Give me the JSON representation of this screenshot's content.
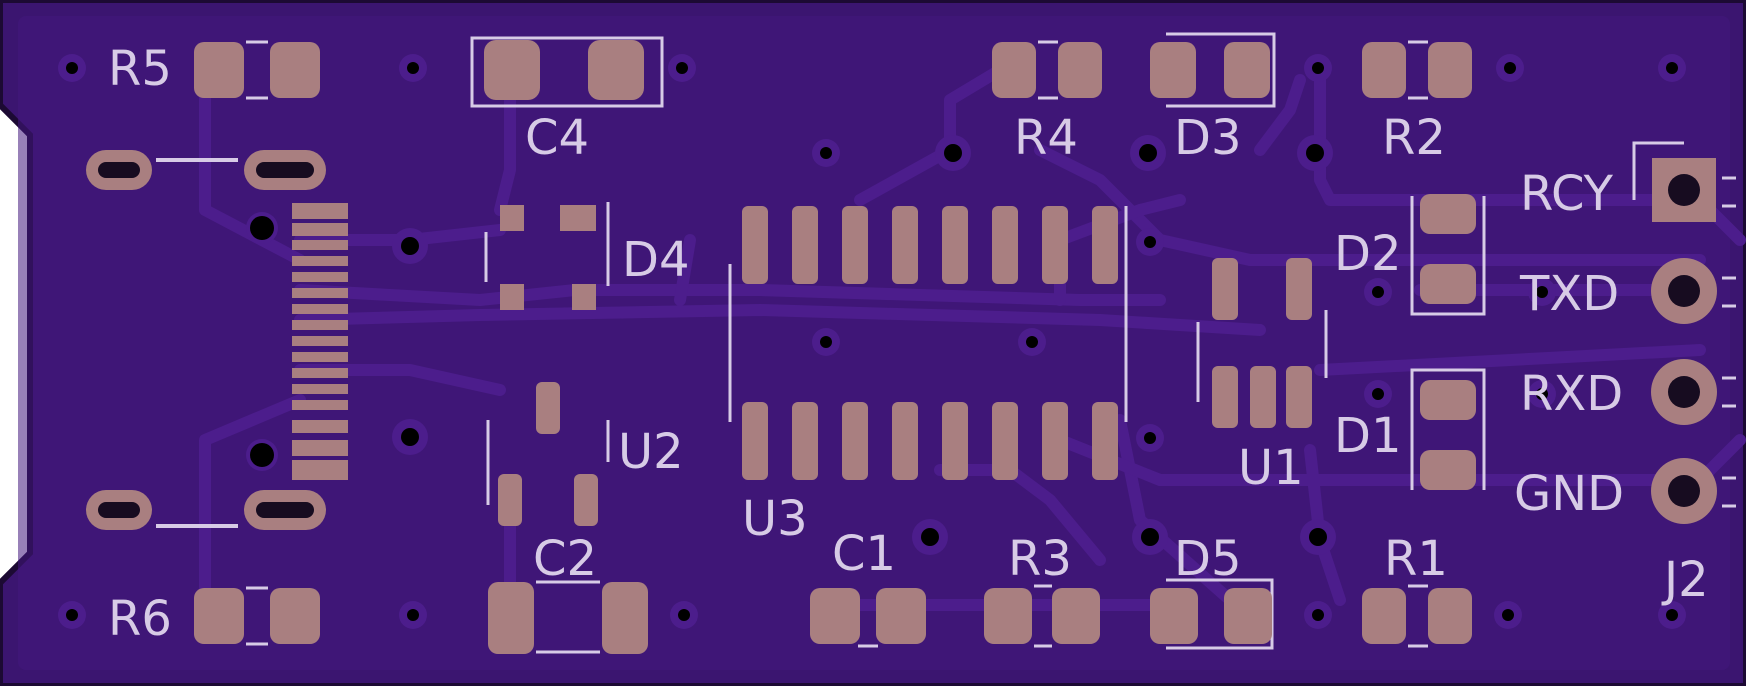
{
  "board": {
    "colors": {
      "substrate": "#3b1570",
      "pour": "#43187e",
      "trace": "#4c1d8c",
      "outline": "#1c0a33",
      "pad": "#a97f80",
      "pad_hole": "#170c20",
      "silk": "#d7cbe6",
      "via_hole": "#000000",
      "edge_cut": "#ffffff"
    }
  },
  "labels": {
    "r5": "R5",
    "r6": "R6",
    "c4": "C4",
    "c2": "C2",
    "c1": "C1",
    "r3": "R3",
    "r4": "R4",
    "r2": "R2",
    "r1": "R1",
    "d3": "D3",
    "d4": "D4",
    "d2": "D2",
    "d1": "D1",
    "d5": "D5",
    "u1": "U1",
    "u2": "U2",
    "u3": "U3",
    "j2": "J2",
    "rcy": "RCY",
    "txd": "TXD",
    "rxd": "RXD",
    "gnd": "GND"
  }
}
